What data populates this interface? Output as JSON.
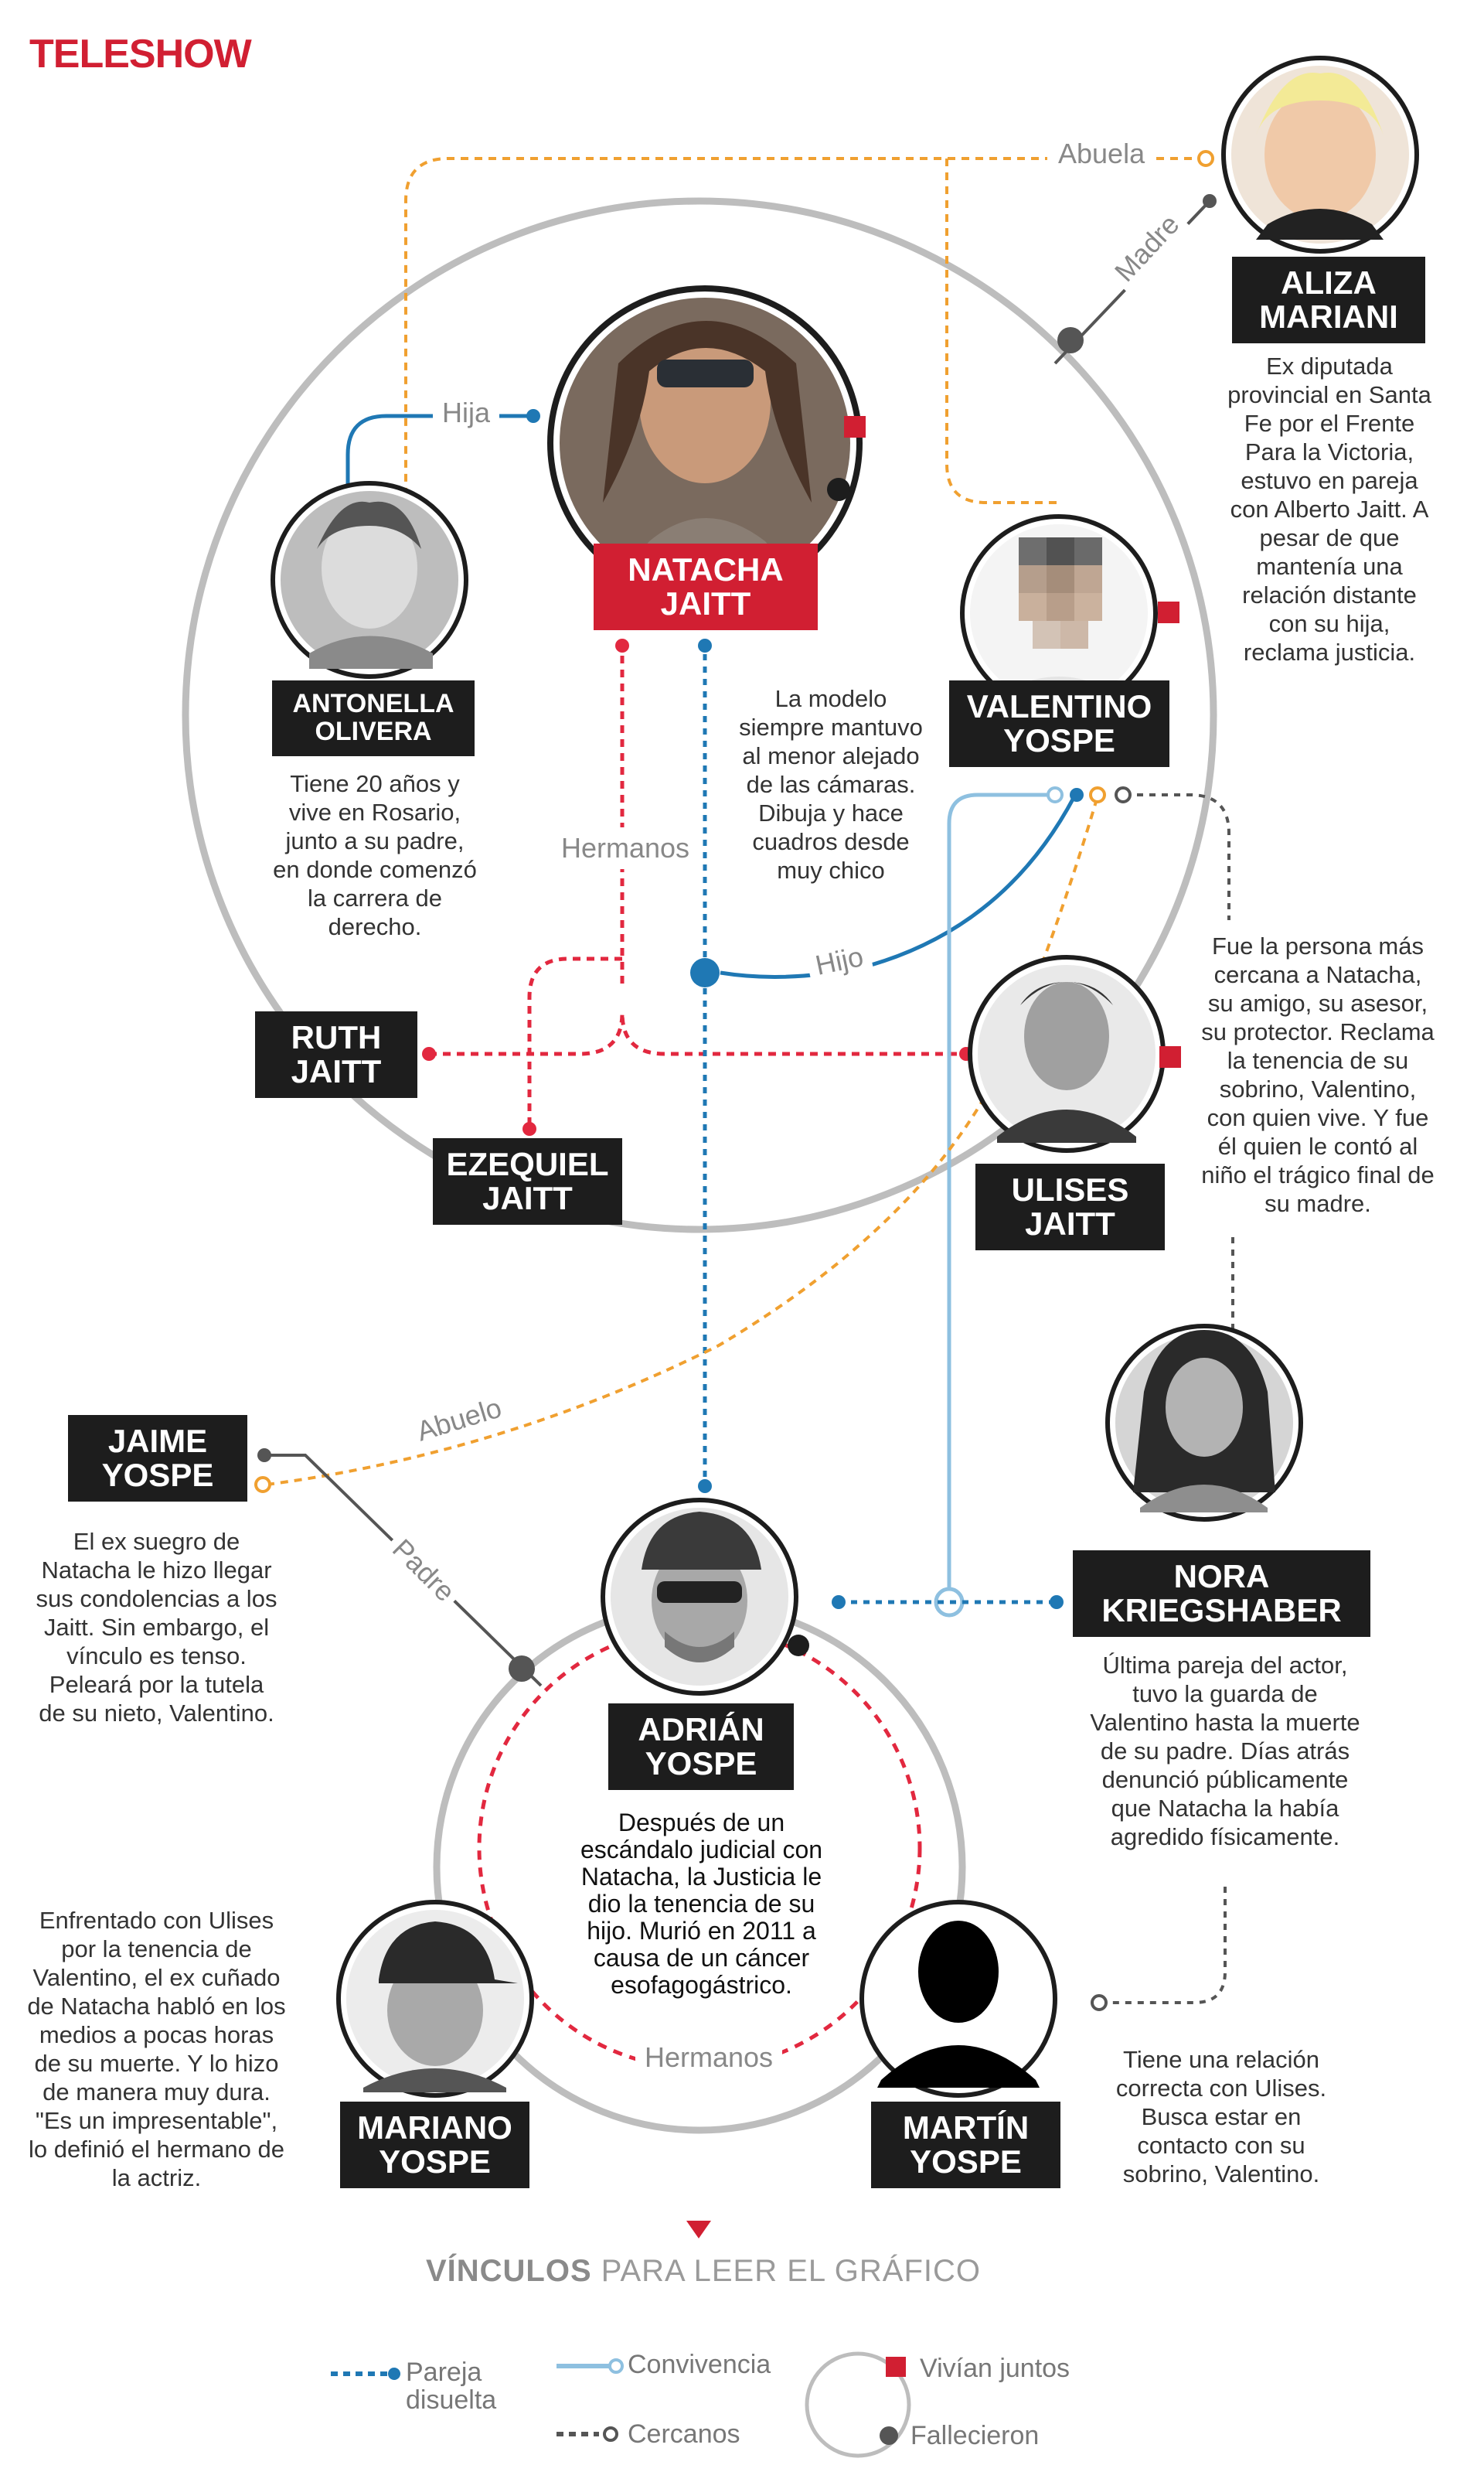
{
  "brand": "TELESHOW",
  "colors": {
    "pareja": "#1f78b4",
    "convivencia": "#8ec0e0",
    "familia": "#e2283f",
    "cercanos_orange": "#f0a030",
    "gray": "#bdbdbd",
    "dark": "#444444",
    "red": "#d11f32"
  },
  "people": {
    "natacha": {
      "name": "NATACHA\nJAITT"
    },
    "aliza": {
      "name": "ALIZA\nMARIANI",
      "desc": "Ex diputada\nprovincial en Santa\nFe por el Frente\nPara la Victoria,\nestuvo en pareja\ncon Alberto Jaitt. A\npesar de que\nmantenía una\nrelación distante\ncon su hija,\nreclama justicia."
    },
    "antonella": {
      "name": "ANTONELLA\nOLIVERA",
      "desc": "Tiene 20 años y\nvive en Rosario,\njunto a su padre,\nen donde comenzó\nla carrera de\nderecho."
    },
    "valentino": {
      "name": "VALENTINO\nYOSPE",
      "desc": "La modelo\nsiempre mantuvo\nal menor alejado\nde las cámaras.\nDibuja y hace\ncuadros desde\nmuy chico"
    },
    "ruth": {
      "name": "RUTH\nJAITT"
    },
    "ezequiel": {
      "name": "EZEQUIEL\nJAITT"
    },
    "ulises": {
      "name": "ULISES\nJAITT",
      "desc": "Fue la persona más\ncercana a Natacha,\nsu amigo, su asesor,\nsu protector. Reclama\nla tenencia de su\nsobrino, Valentino,\ncon quien vive. Y fue\nél quien le contó al\nniño el trágico final de\nsu madre."
    },
    "jaime": {
      "name": "JAIME\nYOSPE",
      "desc": "El ex suegro de\nNatacha le hizo llegar\nsus condolencias a los\nJaitt. Sin embargo, el\nvínculo es tenso.\nPeleará por la tutela\nde su nieto, Valentino."
    },
    "nora": {
      "name": "NORA\nKRIEGSHABER",
      "desc": "Última pareja del actor,\ntuvo la guarda de\nValentino hasta la muerte\nde su padre. Días atrás\ndenunció públicamente\nque Natacha la había\nagredido físicamente."
    },
    "adrian": {
      "name": "ADRIÁN\nYOSPE",
      "desc": "Después de un\nescándalo judicial con\nNatacha, la Justicia le\ndio la tenencia de su\nhijo. Murió en 2011 a\ncausa de un cáncer\nesofagogástrico."
    },
    "mariano": {
      "name": "MARIANO\nYOSPE",
      "desc": "Enfrentado con Ulises\npor la tenencia de\nValentino, el ex cuñado\nde Natacha habló en los\nmedios a pocas horas\nde su muerte. Y lo hizo\nde manera muy dura.\n\"Es un impresentable\",\nlo definió el hermano de\nla actriz."
    },
    "martin": {
      "name": "MARTÍN\nYOSPE",
      "desc": "Tiene una relación\ncorrecta con Ulises.\nBusca estar en\ncontacto con su\nsobrino, Valentino."
    }
  },
  "relations": {
    "abuela": "Abuela",
    "madre": "Madre",
    "hija": "Hija",
    "hermanos_top": "Hermanos",
    "hijo": "Hijo",
    "abuelo": "Abuelo",
    "padre": "Padre",
    "hermanos_bottom": "Hermanos"
  },
  "legend": {
    "title_bold": "VÍNCULOS",
    "title_rest": " PARA LEER EL GRÁFICO",
    "pareja": "Pareja\ndisuelta",
    "convivencia": "Convivencia",
    "cercanos": "Cercanos",
    "vivian": "Vivían juntos",
    "fallecieron": "Fallecieron"
  }
}
